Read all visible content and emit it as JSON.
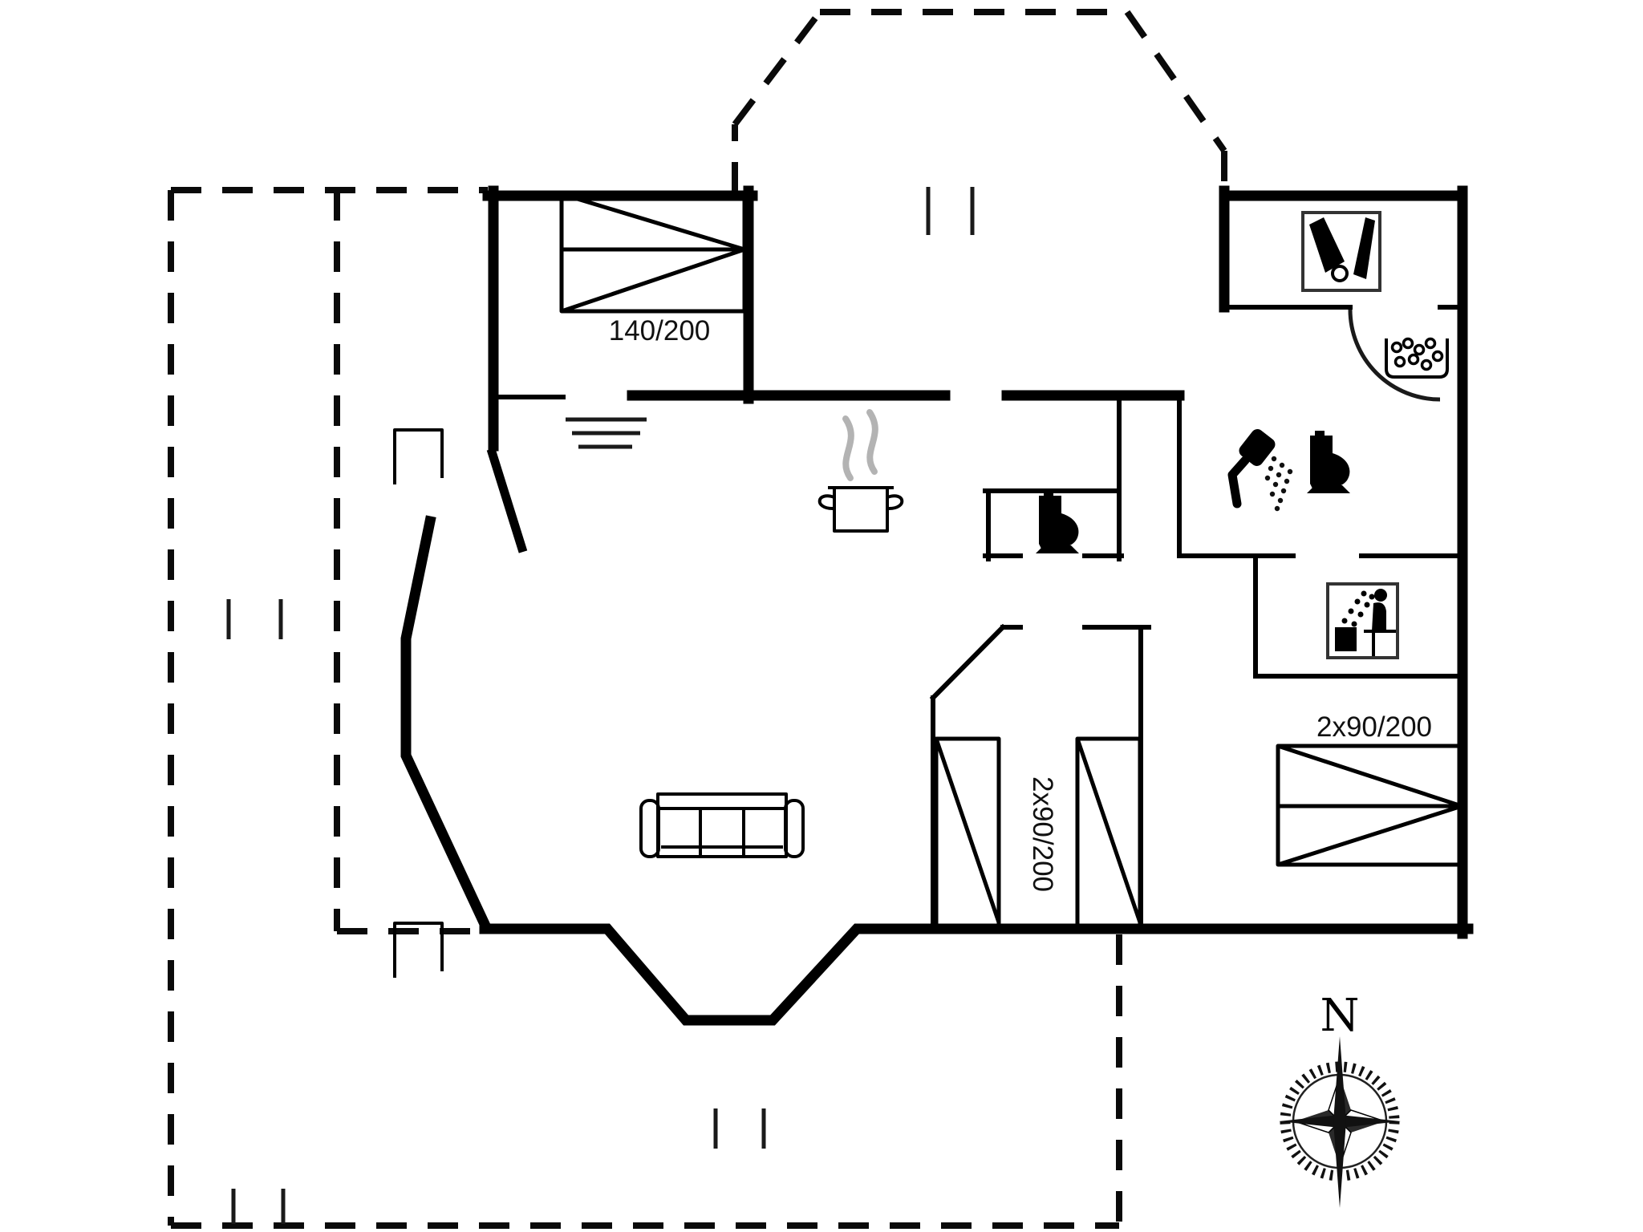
{
  "title": "Holiday house floor plan",
  "colors": {
    "background": "#ffffff",
    "walls": "#000000",
    "terrace_dashed": "#0a0a0a",
    "steam": "#b3b3b3",
    "icon_border": "#333333"
  },
  "labels": {
    "bed_double_top": "140/200",
    "bed_double_right": "2x90/200",
    "beds_single_middle": "2x90/200",
    "compass_north": "N"
  },
  "rooms": [
    {
      "name": "bedroom-top-left",
      "bed_size": "140/200"
    },
    {
      "name": "living-room"
    },
    {
      "name": "kitchen"
    },
    {
      "name": "hall-entrance"
    },
    {
      "name": "wc-small"
    },
    {
      "name": "bathroom-shower-toilet"
    },
    {
      "name": "utility-closet"
    },
    {
      "name": "sauna"
    },
    {
      "name": "bedroom-middle",
      "bed_size": "2x90/200"
    },
    {
      "name": "bedroom-right",
      "bed_size": "2x90/200"
    },
    {
      "name": "terrace-dashed-outline"
    },
    {
      "name": "entrance-porch-dashed"
    }
  ],
  "icons": [
    {
      "name": "bed-symbol",
      "count": 4
    },
    {
      "name": "sofa-icon"
    },
    {
      "name": "cooking-pot-icon"
    },
    {
      "name": "steam-icon"
    },
    {
      "name": "toilet-icon",
      "count": 2
    },
    {
      "name": "shower-icon"
    },
    {
      "name": "whirlpool-bubbles-icon"
    },
    {
      "name": "cleaning-tools-icon"
    },
    {
      "name": "sauna-person-icon"
    },
    {
      "name": "door-swing-arc"
    },
    {
      "name": "door-leaf"
    },
    {
      "name": "threshold-steps"
    },
    {
      "name": "window-marker",
      "count": 4
    },
    {
      "name": "compass-rose-icon"
    }
  ]
}
